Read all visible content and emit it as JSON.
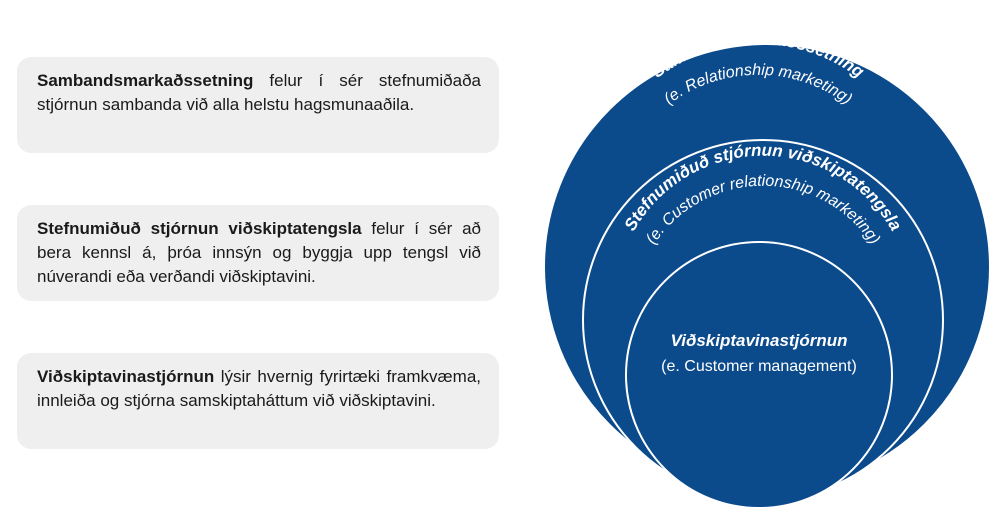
{
  "descriptions": [
    {
      "term": "Sambandsmarkaðssetning",
      "text": " felur í sér stefnumiðaða stjórnun sambanda við alla helstu hagsmunaaðila."
    },
    {
      "term": "Stefnumiðuð stjórnun viðskiptatengsla",
      "text": " felur í sér að bera kennsl á, þróa innsýn og byggja upp tengsl við núverandi eða verðandi viðskiptavini."
    },
    {
      "term": "Viðskiptavinastjórnun",
      "text": " lýsir hvernig fyrirtæki framkvæma, innleiða og stjórna samskiptaháttum við viðskiptavini."
    }
  ],
  "circles": {
    "outer": {
      "title": "Sambandsmarkaðssetning",
      "subtitle": "(e. Relationship marketing)"
    },
    "middle": {
      "title": "Stefnumiðuð stjórnun viðskiptatengsla",
      "subtitle": "(e. Customer relationship marketing)"
    },
    "inner": {
      "title": "Viðskiptavinastjórnun",
      "subtitle": "(e. Customer management)"
    }
  },
  "colors": {
    "circle_fill": "#0b4a8b",
    "circle_stroke": "#ffffff",
    "box_fill": "#efefef"
  }
}
